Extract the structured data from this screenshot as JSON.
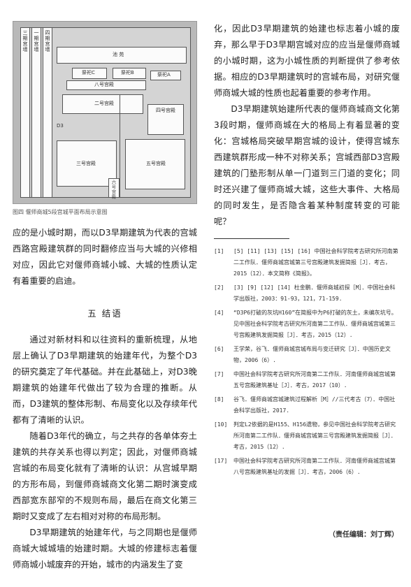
{
  "figure": {
    "labels": {
      "phase3_wall": "三期宫墙",
      "phase1_wall": "一期宫墙",
      "phase4_wall": "四期宫墙",
      "pool": "池 苑",
      "altar_c": "祭祀C",
      "altar_b": "祭祀B",
      "altar_a": "祭祀A",
      "palace_8": "八号宫殿",
      "palace_2": "二号宫殿",
      "palace_4": "四号宫殿",
      "palace_3": "三号宫殿",
      "palace_5": "五号宫殿",
      "palace_6": "六号宫殿",
      "d3": "D3"
    },
    "caption": "图四 偃师商城5段宫城平面布局示意图"
  },
  "left_column": {
    "para1": "应的是小城时期，而以D3早期建筑为代表的宫城西路宫殿建筑群的同时翻修应当与大城的兴修相对应，因此它对偃师商城小城、大城的性质认定有着重要的启迪。",
    "section_heading": "五 结语",
    "para2": "通过对新材料和以往资料的重新梳理，从地层上确认了D3早期建筑的始建年代，为整个D3的研究奠定了年代基础。并在此基础上，对D3晚期建筑的始建年代做出了较为合理的推断。从而，D3建筑的整体形制、布局变化以及存续年代都有了清晰的认识。",
    "para3": "随着D3年代的确立，与之共存的各单体夯土建筑的共存关系也得以判定；因此，对偃师商城宫城的布局变化就有了清晰的认识：从宫城早期的方形布局，到偃师商城商文化第二期时演变成西部宽东部窄的不规则布局，最后在商文化第三期时又变成了左右相对对称的布局形制。",
    "para4": "D3早期建筑的始建年代，与之同期也是偃师商城大城城墙的始建时期。大城的修建标志着偃师商城小城废弃的开始，城市的内涵发生了变"
  },
  "right_column": {
    "para1": "化，因此D3早期建筑的始建也标志着小城的废弃，那么早于D3早期宫城对应的应当是偃师商城的小城时期，这为小城性质的判断提供了参考依据。相应的D3早期建筑时的宫城布局，对研究偃师商城大城的性质也起着重要的参考作用。",
    "para2": "D3早期建筑始建所代表的偃师商城商文化第3段时期，偃师商城在大的格局上有着显著的变化：宫城格局突破早期宫城的设计，使得宫城东西建筑群形成一种不对称关系；宫城西部D3宫殿建筑的门塾形制从单一门道到三门道的变化；同时还兴建了偃师商城大城，这些大事件、大格局的同时发生，是否隐含着某种制度转变的可能呢？"
  },
  "references": [
    {
      "num": "[1]",
      "text": "[5] [11] [13] [15] [16] 中国社会科学院考古研究所河南第二工作队．偃师商城宫城第三号宫殿建筑发掘简报［J］．考古，2015（12）．本文简称《简报》。"
    },
    {
      "num": "[2]",
      "text": "[3] [9] [12] [14] 杜金鹏．偃师商城初探［M］．中国社会科学出版社，2003：91-93，121，71-159."
    },
    {
      "num": "[4]",
      "text": "“D3P6打破的灰坑H160”在简报中为P6打破的灰土，未编灰坑号。见中国社会科学院考古研究所河南第二工作队．偃师商城宫城第三号宫殿建筑发掘简报［J］．考古，2015（12）."
    },
    {
      "num": "[6]",
      "text": "王学荣，谷飞．偃师商城宫城布局与变迁研究［J］．中国历史文物，2006（6）."
    },
    {
      "num": "[7]",
      "text": "中国社会科学院考古研究所河南第二工作队．河南偃师商城宫城第五号宫殿建筑基址［J］．考古，2017（10）."
    },
    {
      "num": "[8]",
      "text": "谷飞．偃师商城宫城建筑过程解析［M］//三代考古（7）．中国社会科学出版社，2017."
    },
    {
      "num": "[10]",
      "text": "判定L2依据的是H155、H156遗物，参见中国社会科学院考古研究所河南第二工作队．偃师商城宫城第三号宫殿建筑发掘简报［J］．考古，2015（12）."
    },
    {
      "num": "[17]",
      "text": "中国社会科学院考古研究所河南第二工作队．河南偃师商城宫城第八号宫殿建筑基址的发掘［J］．考古，2006（6）."
    }
  ],
  "editor": "（责任编辑：刘丁辉）"
}
